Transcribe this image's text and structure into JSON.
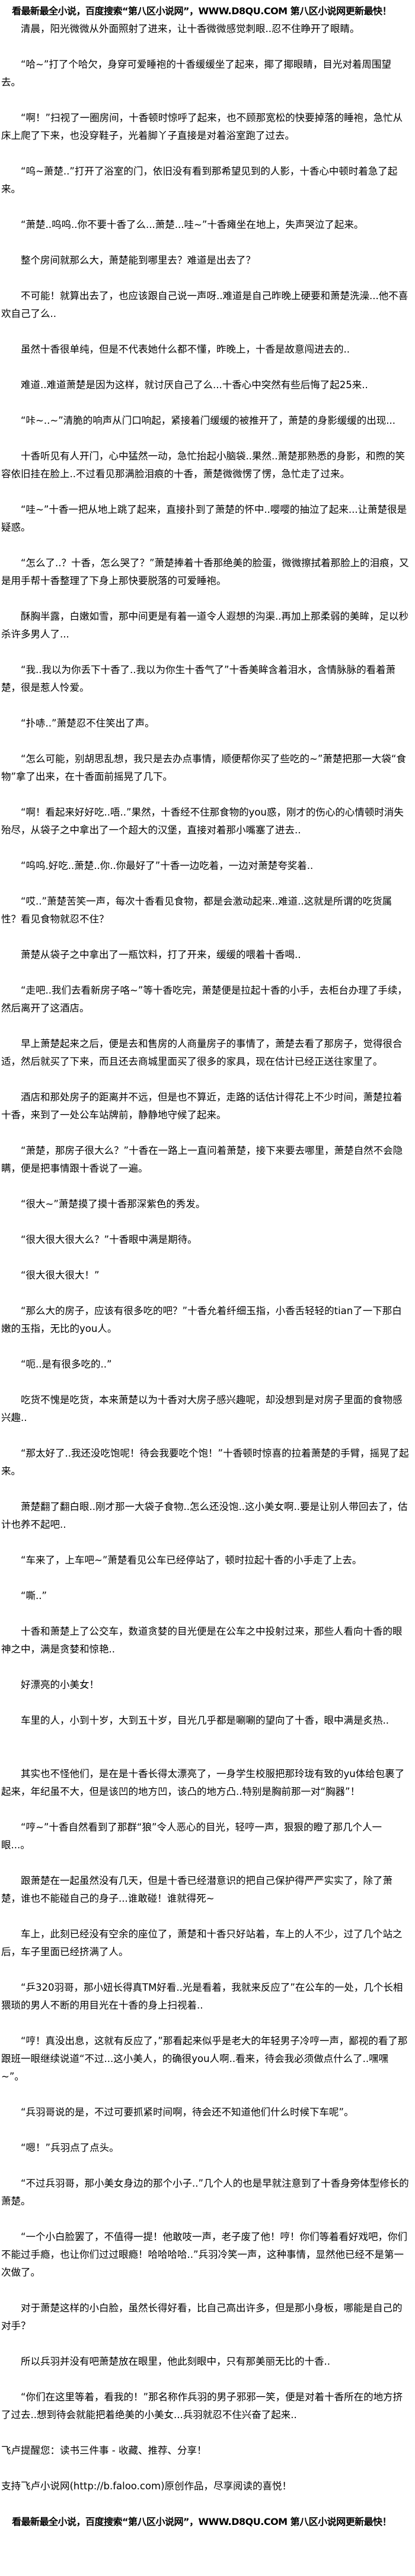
{
  "banner": "看最新最全小说，百度搜索“第八区小说网”，WWW.D8QU.COM 第八区小说网更新最快！",
  "paragraphs": [
    "清晨，阳光微微从外面照射了进来，让十香微微感觉刺眼..忍不住睁开了眼睛。",
    "“哈~”打了个哈欠，身穿可爱睡袍的十香缓缓坐了起来，揶了揶眼睛，目光对着周围望去。",
    "“啊！”扫视了一圈房间，十香顿时惊呼了起来，也不顾那宽松的快要掉落的睡袍，急忙从床上爬了下来，也没穿鞋子，光着脚丫子直接是对着浴室跑了过去。",
    "“呜~萧楚..”打开了浴室的门，依旧没有看到那希望见到的人影，十香心中顿时着急了起来。",
    "“萧楚..呜呜..你不要十香了么...萧楚...哇~”十香瘫坐在地上，失声哭泣了起来。",
    "整个房间就那么大，萧楚能到哪里去？难道是出去了？",
    "不可能！就算出去了，也应该跟自己说一声呀..难道是自己昨晚上硬要和萧楚洗澡...他不喜欢自己了么..",
    "虽然十香很单纯，但是不代表她什么都不懂，昨晚上，十香是故意闯进去的..",
    "难道..难道萧楚是因为这样，就讨厌自己了么...十香心中突然有些后悔了起25来..",
    "“咔~..~”清脆的响声从门口响起，紧接着门缓缓的被推开了，萧楚的身影缓缓的出现...",
    "十香听见有人开门，心中猛然一动，急忙抬起小脑袋..果然..萧楚那熟悉的身影，和煦的笑容依旧挂在脸上..不过看见那满脸泪痕的十香，萧楚微微愣了愣，急忙走了过来。",
    "“哇~”十香一把从地上跳了起来，直接扑到了萧楚的怀中..嘤嘤的抽泣了起来...让萧楚很是疑惑。",
    "“怎么了..？十香，怎么哭了？”萧楚捧着十香那绝美的脸蛋，微微擦拭着那脸上的泪痕，又是用手帮十香整理了下身上那快要脱落的可爱睡袍。",
    "酥胸半露，白嫩如雪，那中间更是有着一道令人遐想的沟渠..再加上那柔弱的美眸，足以秒杀许多男人了...",
    "“我..我以为你丢下十香了..我以为你生十香气了”十香美眸含着泪水，含情脉脉的看着萧楚，很是惹人怜爱。",
    "“扑哧..”萧楚忍不住笑出了声。",
    "“怎么可能，别胡思乱想，我只是去办点事情，顺便帮你买了些吃的~”萧楚把那一大袋“食物”拿了出来，在十香面前摇晃了几下。",
    "“啊！看起来好好吃..唔..”果然，十香经不住那食物的you惑，刚才的伤心的心情顿时消失殆尽，从袋子之中拿出了一个超大的汉堡，直接对着那小嘴塞了进去..",
    "“呜呜.好吃..萧楚..你..你最好了”十香一边吃着，一边对萧楚夸奖着..",
    "“哎..”萧楚苦笑一声，每次十香看见食物，都是会激动起来..难道..这就是所谓的吃货属性？看见食物就忍不住？",
    "萧楚从袋子之中拿出了一瓶饮料，打了开来，缓缓的喂着十香喝..",
    "“走吧..我们去看新房子咯~”等十香吃完，萧楚便是拉起十香的小手，去柜台办理了手续，然后离开了这酒店。",
    "早上萧楚起来之后，便是去和售房的人商量房子的事情了，萧楚去看了那房子，觉得很合适，然后就买了下来，而且还去商城里面买了很多的家具，现在估计已经正送往家里了。",
    "酒店和那处房子的距离并不远，但是也不算近，走路的话估计得花上不少时间，萧楚拉着十香，来到了一处公车站牌前，静静地守候了起来。",
    "“萧楚，那房子很大么？”十香在一路上一直问着萧楚，接下来要去哪里，萧楚自然不会隐瞒，便是把事情跟十香说了一遍。",
    "“很大~”萧楚摸了摸十香那深紫色的秀发。",
    "“很大很大很大么？”十香眼中满是期待。",
    "“很大很大很大！”",
    "“那么大的房子，应该有很多吃的吧？”十香允着纤细玉指，小香舌轻轻的tian了一下那白嫩的玉指，无比的you人。",
    "“呃..是有很多吃的..”",
    "吃货不愧是吃货，本来萧楚以为十香对大房子感兴趣呢，却没想到是对房子里面的食物感兴趣..",
    "“那太好了..我还没吃饱呢！待会我要吃个饱！”十香顿时惊喜的拉着萧楚的手臂，摇晃了起来。",
    "萧楚翻了翻白眼..刚才那一大袋子食物..怎么还没饱..这小美女啊..要是让别人带回去了，估计也养不起吧..",
    "“车来了，上车吧~”萧楚看见公车已经停站了，顿时拉起十香的小手走了上去。",
    "“嘶..”",
    "十香和萧楚上了公交车，数道贪婪的目光便是在公车之中投射过来，那些人看向十香的眼神之中，满是贪婪和惊艳..",
    "好漂亮的小美女！",
    "车里的人，小到十岁，大到五十岁，目光几乎都是唰唰的望向了十香，眼中满是炙热..",
    "其实也不怪他们，是在是十香长得太漂亮了，一身学生校服把那玲珑有致的yu体给包裹了起来，年纪虽不大，但是该凹的地方凹，该凸的地方凸..特别是胸前那一对“胸器”！",
    "“哼~”十香自然看到了那群“狼”令人恶心的目光，轻哼一声，狠狠的瞪了那几个人一眼...。",
    "跟萧楚在一起虽然没有几天，但是十香已经潜意识的把自己保护得严严实实了，除了萧楚，谁也不能碰自己的身子...谁敢碰！谁就得死~",
    "车上，此刻已经没有空余的座位了，萧楚和十香只好站着，车上的人不少，过了几个站之后，车子里面已经挤满了人。",
    "“乒320羽哥，那小妞长得真TM好看..光是看着，我就来反应了”在公车的一处，几个长相猥琐的男人不断的用目光在十香的身上扫视着..",
    "“哼！真没出息，这就有反应了，”那看起来似乎是老大的年轻男子冷哼一声，鄙视的看了那跟班一眼继续说道“不过...这小美人，的确很you人啊..看来，待会我必须做点什么了..嘿嘿~”。",
    "“兵羽哥说的是，不过可要抓紧时间啊，待会还不知道他们什么时候下车呢”。",
    "“嗯！”兵羽点了点头。",
    "“不过兵羽哥，那小美女身边的那个小子..”几个人的也是早就注意到了十香身旁体型修长的萧楚。",
    "“一个小白脸罢了，不值得一提！他敢吱一声，老子废了他！哼！你们等着看好戏吧，你们不能过手瘾，也让你们过过眼瘾！哈哈哈哈..”兵羽冷笑一声，这种事情，显然他已经不是第一次做了。",
    "对于萧楚这样的小白脸，虽然长得好看，比自己高出许多，但是那小身板，哪能是自己的对手？",
    "所以兵羽并没有吧萧楚放在眼里，他此刻眼中，只有那美丽无比的十香..",
    "“你们在这里等着，看我的！”那名称作兵羽的男子邪邪一笑，便是对着十香所在的地方挤了过去..想到待会就能把着绝美的小美女...兵羽就忍不住兴奋了起来.."
  ],
  "notices": [
    "飞卢提醒您：读书三件事 - 收藏、推荐、分享！",
    "支持飞卢小说网(http://b.faloo.com)原创作品，尽享阅读的喜悦！"
  ]
}
